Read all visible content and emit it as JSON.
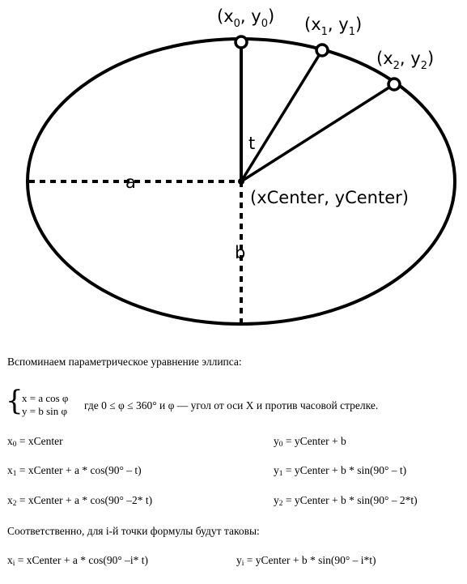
{
  "diagram": {
    "p0_label": {
      "a": "(x",
      "sub": "0",
      "b": ", y",
      "sub2": "0",
      "c": ")"
    },
    "p1_label": {
      "a": "(x",
      "sub": "1",
      "b": ", y",
      "sub2": "1",
      "c": ")"
    },
    "p2_label": {
      "a": "(x",
      "sub": "2",
      "b": ", y",
      "sub2": "2",
      "c": ")"
    },
    "t_label": "t",
    "a_label": "a",
    "b_label": "b",
    "center_label": "(xCenter, yCenter)"
  },
  "text": {
    "intro": "Вспоминаем параметрическое уравнение эллипса:",
    "sys_line1": "x = a cos φ",
    "sys_line2": "y = b sin φ",
    "where": "где 0 ≤ φ ≤ 360° и φ  — угол от оси X и против часовой стрелке.",
    "x0": {
      "a": "x",
      "sub": "0",
      "b": " = xCenter"
    },
    "y0": {
      "a": "y",
      "sub": "0",
      "b": " = yCenter + b"
    },
    "x1": {
      "a": "x",
      "sub": "1",
      "b": " = xCenter + a * cos(90° – t)"
    },
    "y1": {
      "a": "y",
      "sub": "1",
      "b": " = yCenter + b *  sin(90° – t)"
    },
    "x2": {
      "a": "x",
      "sub": "2",
      "b": " = xCenter + a * cos(90° –2* t)"
    },
    "y2": {
      "a": "y",
      "sub": "2",
      "b": " = yCenter + b *  sin(90° – 2*t)"
    },
    "general": "Соответственно, для i-й точки формулы будут таковы:",
    "xi": {
      "a": "x",
      "sub": "i",
      "b": " = xCenter + a * cos(90° –i* t)"
    },
    "yi": {
      "a": "y",
      "sub": "i",
      "b": " = yCenter + b *  sin(90° – i*t)"
    }
  }
}
